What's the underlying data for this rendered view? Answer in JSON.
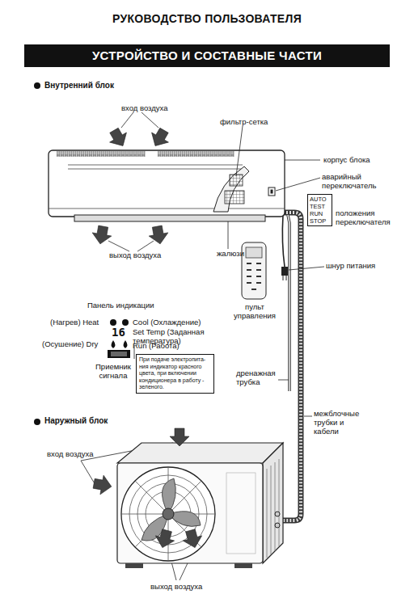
{
  "diagram": {
    "title": "РУКОВОДСТВО ПОЛЬЗОВАТЕЛЯ",
    "nodes": [
      {
        "text": [
          "УСТРОЙСТВО И СОСТАВНЫЕ ЧАСТИ"
        ]
      },
      {
        "text": [
          "AUTO TEST RUN STOP"
        ]
      },
      {
        "text": [
          "При подаче электропита- ния индикатор красного цвета, при включении кондиционера в работу - зеленого."
        ]
      }
    ],
    "labels": [
      "Внутренний блок",
      "вход воздуха",
      "фильтр-сетка",
      "корпус блока",
      "аварийный переключатель",
      "положения переключателя",
      "выход воздуха",
      "жалюзи",
      "шнур питания",
      "пульт управления",
      "Панель индикации",
      "(Нагрев) Heat",
      "Cool (Охлаждение)",
      "16",
      "Set Temp (Заданная температура)",
      "(Осушение) Dry",
      "Run (Работа)",
      "Приемник сигнала",
      "дренажная трубка",
      "межблочные трубки и кабели",
      "Наружный блок",
      "вход воздуха",
      "выход воздуха"
    ]
  }
}
